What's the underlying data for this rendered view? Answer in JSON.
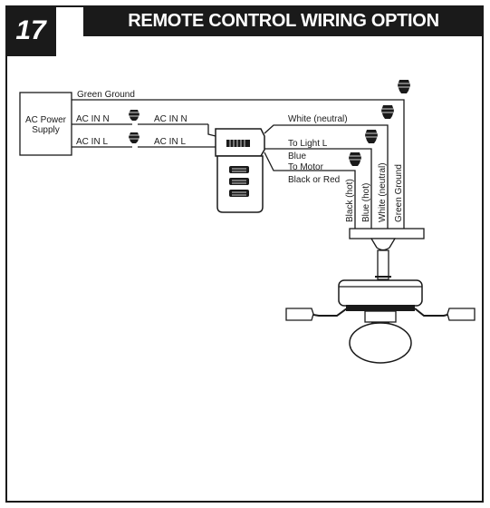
{
  "header": {
    "step_number": "17",
    "title": "REMOTE CONTROL WIRING OPTION"
  },
  "diagram": {
    "power_supply_label_line1": "AC Power",
    "power_supply_label_line2": "Supply",
    "wire_labels": {
      "green_ground": "Green Ground",
      "ac_in_n_left": "AC IN N",
      "ac_in_n_right": "AC IN N",
      "ac_in_l_left": "AC IN L",
      "ac_in_l_right": "AC IN L",
      "white_neutral": "White (neutral)",
      "to_light_l": "To Light L",
      "blue": "Blue",
      "to_motor": "To Motor",
      "black_or_red": "Black or Red"
    },
    "fan_wire_labels": {
      "black_hot": "Black (hot)",
      "blue_hot": "Blue (hot)",
      "white_neutral": "White (neutral)",
      "green_ground": "Green Ground"
    }
  },
  "colors": {
    "ink": "#1a1a1a",
    "background": "#ffffff"
  }
}
